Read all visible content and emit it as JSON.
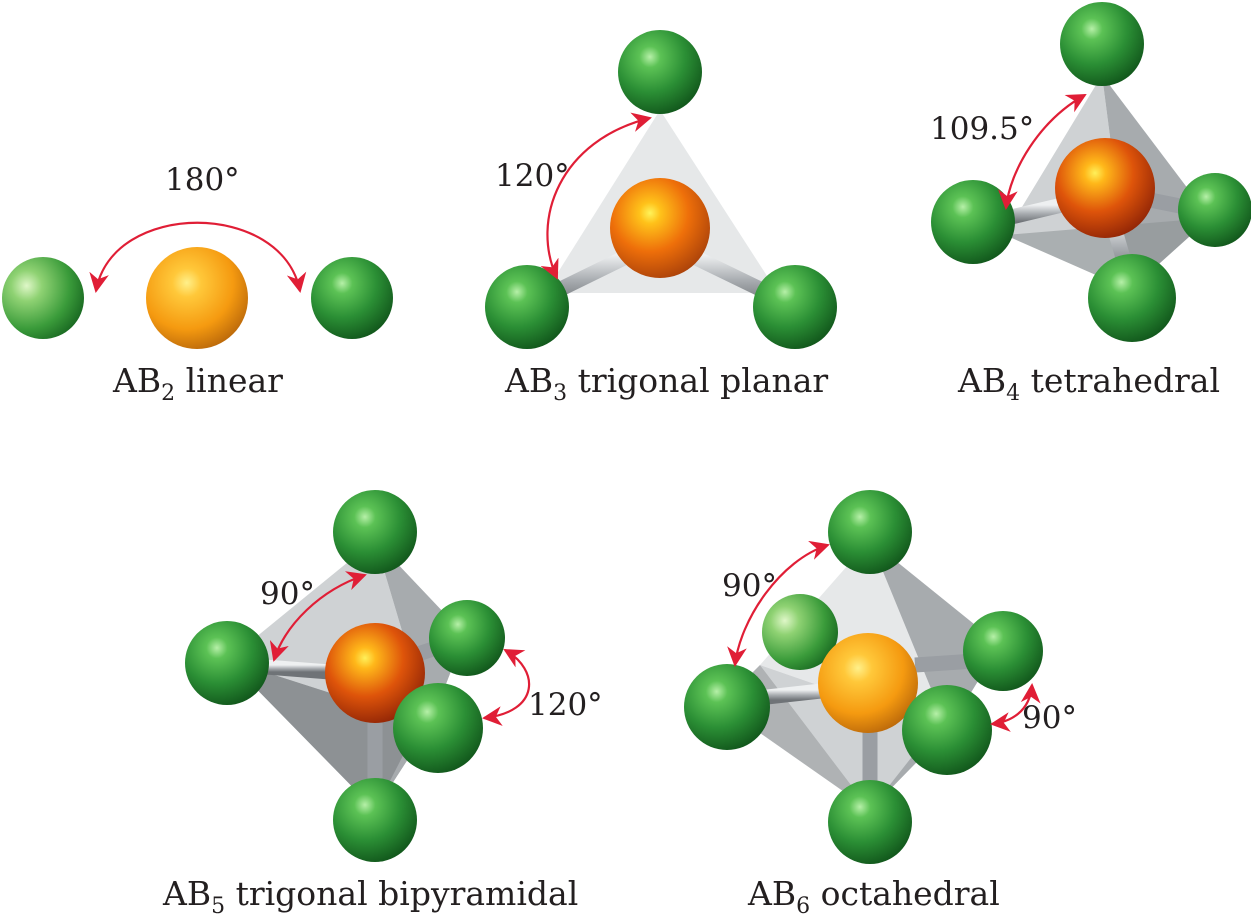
{
  "molecules": {
    "linear": {
      "prefix": "AB",
      "subscript": "2",
      "name": "linear",
      "angle": "180°"
    },
    "trigonal_planar": {
      "prefix": "AB",
      "subscript": "3",
      "name": "trigonal planar",
      "angle": "120°"
    },
    "tetrahedral": {
      "prefix": "AB",
      "subscript": "4",
      "name": "tetrahedral",
      "angle": "109.5°"
    },
    "trigonal_bipyramidal": {
      "prefix": "AB",
      "subscript": "5",
      "name": "trigonal bipyramidal",
      "angle_axial": "90°",
      "angle_equatorial": "120°"
    },
    "octahedral": {
      "prefix": "AB",
      "subscript": "6",
      "name": "octahedral",
      "angle_top": "90°",
      "angle_side": "90°"
    }
  },
  "colors": {
    "central_atom": "#e8640a",
    "outer_atom": "#2f9b3a",
    "angle_arrow": "#e01e36",
    "polyhedron_face": "#c9ccce"
  }
}
